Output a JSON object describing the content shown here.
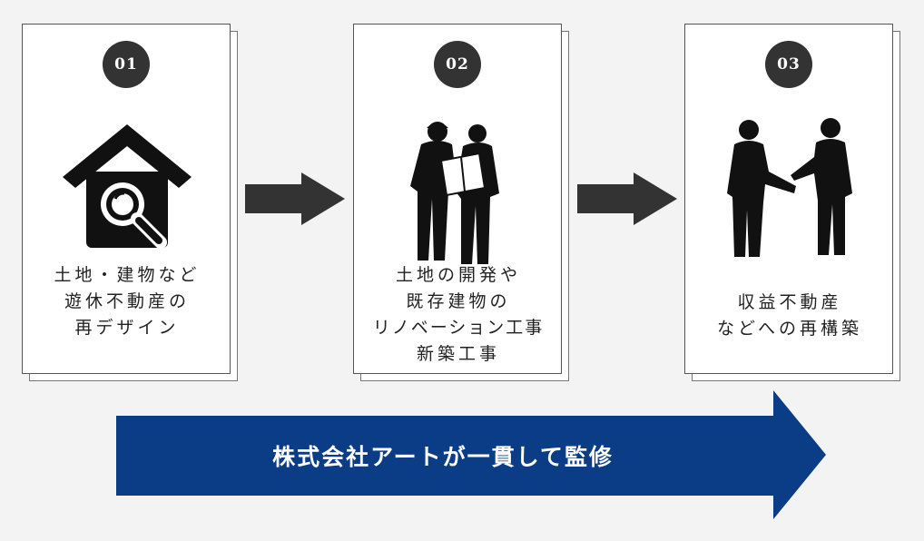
{
  "steps": [
    {
      "number": "01",
      "icon": "house-magnifier-icon",
      "lines": [
        "土地・建物など",
        "遊休不動産の",
        "再デザイン"
      ]
    },
    {
      "number": "02",
      "icon": "workers-discussing-plan-icon",
      "lines": [
        "土地の開発や",
        "既存建物の",
        "リノベーション工事",
        "新築工事"
      ]
    },
    {
      "number": "03",
      "icon": "handshake-icon",
      "lines": [
        "収益不動産",
        "などへの再構築"
      ]
    }
  ],
  "banner": {
    "text": "株式会社アートが一貫して監修"
  },
  "colors": {
    "background": "#f3f3f3",
    "badge": "#333333",
    "step_arrow": "#333333",
    "banner": "#0b3d86",
    "silhouette": "#111111"
  }
}
